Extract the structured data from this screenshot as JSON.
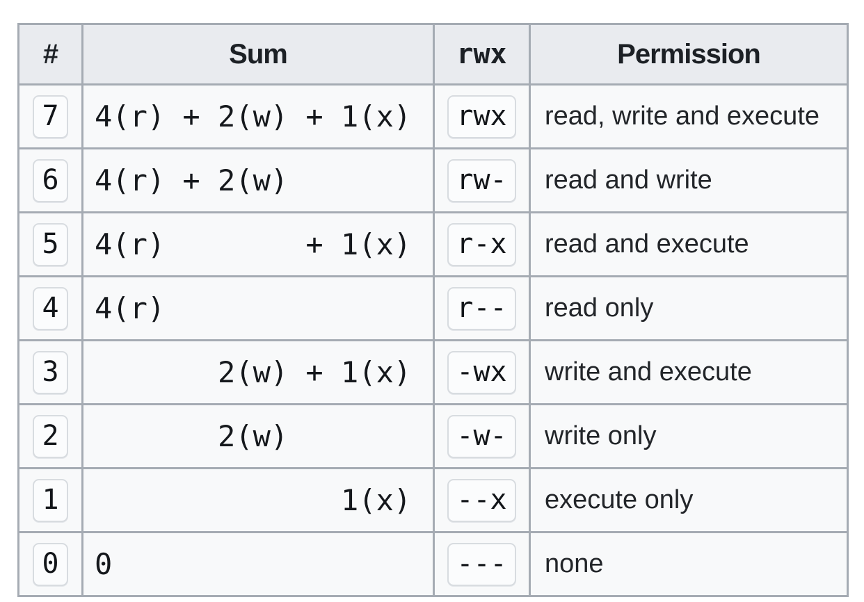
{
  "page": {
    "background": "#ffffff",
    "description": "Unix chmod numeric permissions reference table"
  },
  "table": {
    "headers": {
      "num": "#",
      "sum": "Sum",
      "rwx": "rwx",
      "permission": "Permission"
    },
    "rows": [
      {
        "num": "7",
        "sum": "4(r) + 2(w) + 1(x)",
        "rwx": "rwx",
        "permission": "read, write and execute"
      },
      {
        "num": "6",
        "sum": "4(r) + 2(w)",
        "rwx": "rw-",
        "permission": "read and write"
      },
      {
        "num": "5",
        "sum": "4(r)        + 1(x)",
        "rwx": "r-x",
        "permission": "read and execute"
      },
      {
        "num": "4",
        "sum": "4(r)",
        "rwx": "r--",
        "permission": "read only"
      },
      {
        "num": "3",
        "sum": "       2(w) + 1(x)",
        "rwx": "-wx",
        "permission": "write and execute"
      },
      {
        "num": "2",
        "sum": "       2(w)",
        "rwx": "-w-",
        "permission": "write only"
      },
      {
        "num": "1",
        "sum": "              1(x)",
        "rwx": "--x",
        "permission": "execute only"
      },
      {
        "num": "0",
        "sum": "0",
        "rwx": "---",
        "permission": "none"
      }
    ],
    "colors": {
      "header_bg": "#e9ebef",
      "cell_bg": "#f8f9fa",
      "grid_border": "#a5abb3",
      "badge_bg": "#fbfcfd",
      "badge_border": "#d8dce0",
      "header_text": "#1c2025",
      "mono_text": "#15181c",
      "body_text": "#222529"
    }
  }
}
